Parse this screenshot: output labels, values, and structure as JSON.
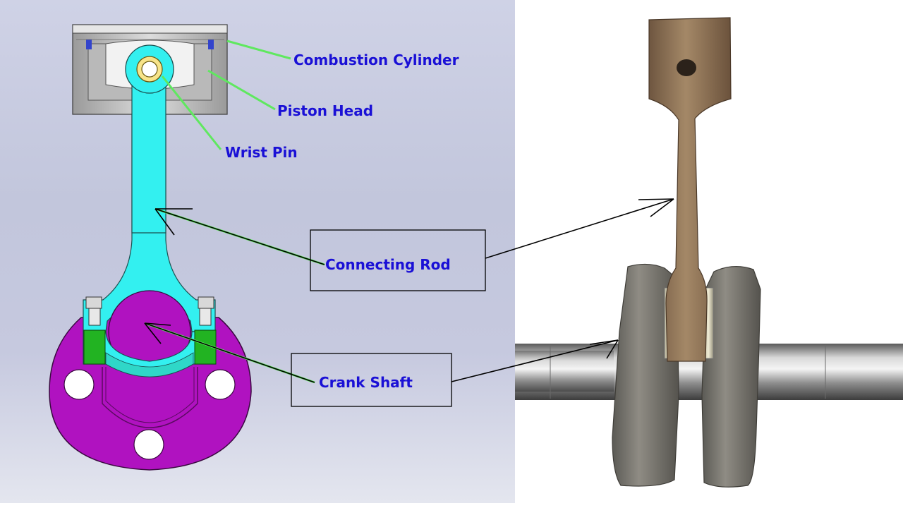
{
  "labels": {
    "combustion_cylinder": "Combustion Cylinder",
    "piston_head": "Piston Head",
    "wrist_pin": "Wrist Pin",
    "connecting_rod": "Connecting Rod",
    "crank_shaft": "Crank Shaft"
  },
  "colors": {
    "label_text": "#1a10d6",
    "leader_line": "#5fe85f",
    "connecting_rod": "#33f0f0",
    "crank_disc": "#b012c0",
    "bolt_green": "#22b322",
    "piston_gray": "#c4c4c4",
    "photo_rod": "#8c7052",
    "photo_web": "#77756f",
    "photo_shaft": "#9a9a9a"
  },
  "icons": {
    "connecting_rod_arrow": "arrow-icon",
    "crank_shaft_arrow": "arrow-icon"
  }
}
